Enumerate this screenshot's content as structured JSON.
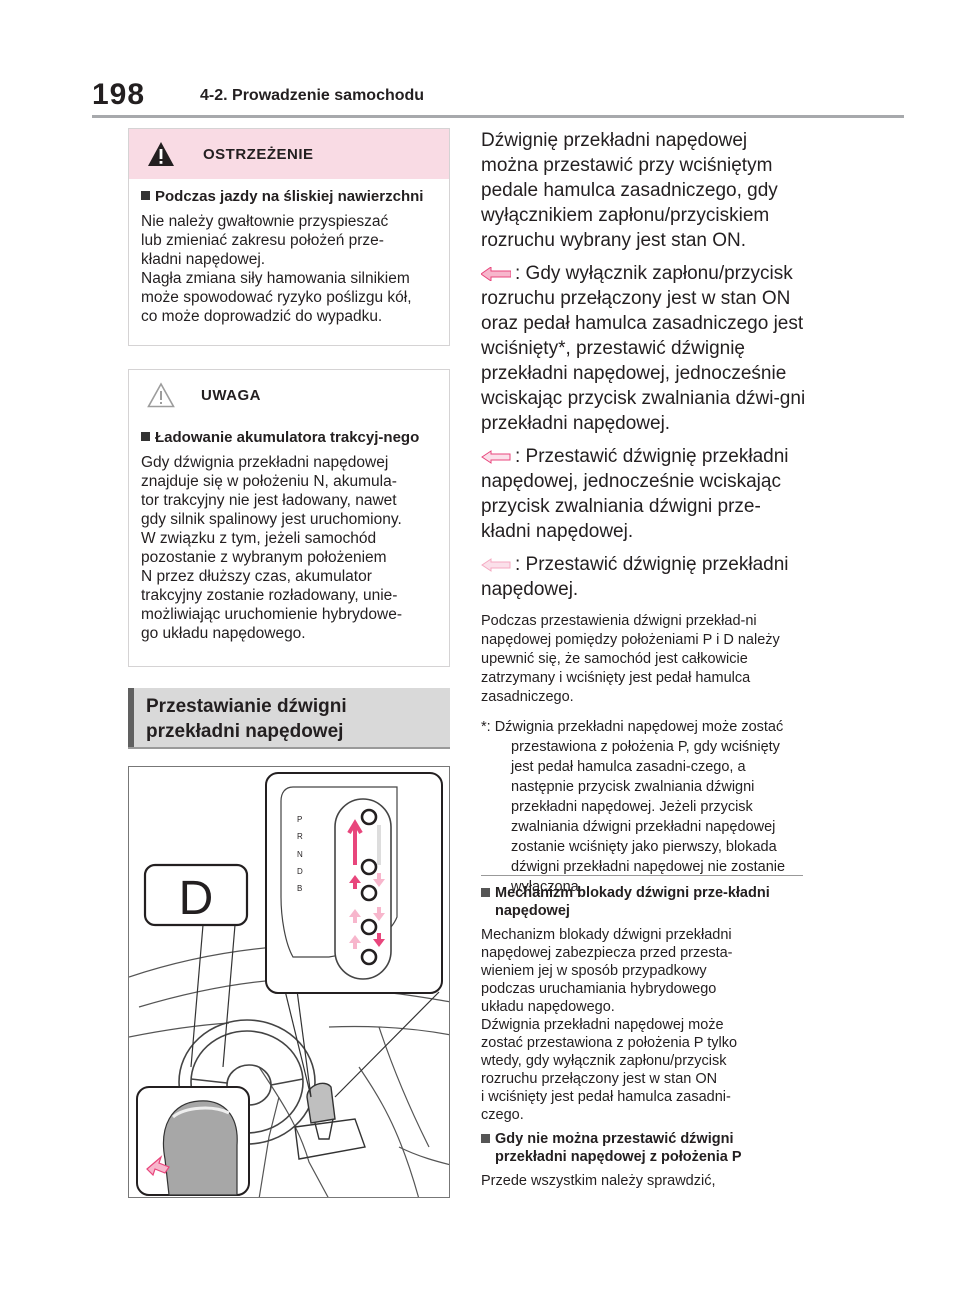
{
  "header": {
    "page_number": "198",
    "section": "4-2. Prowadzenie samochodu"
  },
  "warning": {
    "title": "OSTRZEŻENIE",
    "bullet": "Podczas jazdy na śliskiej nawierzchni",
    "text": "Nie należy gwałtownie przyspieszać\nlub zmieniać zakresu położeń prze-\nkładni napędowej.\nNagła zmiana siły hamowania silnikiem\nmoże spowodować ryzyko poślizgu kół,\nco może doprowadzić do wypadku."
  },
  "notice": {
    "title": "UWAGA",
    "bullet": "Ładowanie akumulatora trakcyj-nego",
    "text": "Gdy dźwignia przekładni napędowej\nznajduje się w położeniu N, akumula-\ntor trakcyjny nie jest ładowany, nawet\ngdy silnik spalinowy jest uruchomiony.\nW związku z tym, jeżeli samochód\npozostanie z wybranym położeniem\nN przez dłuższy czas, akumulator\ntrakcyjny zostanie rozładowany, unie-\nmożliwiając uruchomienie hybrydowe-\ngo układu napędowego."
  },
  "heading": {
    "text": "Przestawianie dźwigni\nprzekładni napędowej"
  },
  "figure": {
    "gear_letter": "D",
    "positions": [
      "P",
      "R",
      "N",
      "D",
      "B"
    ]
  },
  "right": {
    "intro": "Dźwignię przekładni napędowej można przestawić przy wciśniętym pedale hamulca zasadniczego, gdy wyłącznikiem zapłonu/przyciskiem rozruchu wybrany jest stan ON.",
    "item1": ": Gdy wyłącznik zapłonu/przycisk rozruchu przełączony jest w stan ON oraz pedał hamulca zasadniczego jest wciśnięty*, przestawić dźwignię przekładni napędowej, jednocześnie wciskając przycisk zwalniania dźwi-gni przekładni napędowej.",
    "item2": ": Przestawić dźwignię przekładni napędowej, jednocześnie wciskając przycisk zwalniania dźwigni prze-kładni napędowej.",
    "item3": ": Przestawić dźwignię przekładni napędowej.",
    "small_note": "Podczas przestawienia dźwigni przekład-ni napędowej pomiędzy położeniami P i D należy upewnić się, że samochód jest całkowicie zatrzymany i wciśnięty jest pedał hamulca zasadniczego.",
    "footnote": "*: Dźwignia przekładni napędowej może zostać przestawiona z położenia P, gdy wciśnięty jest pedał hamulca zasadni-czego, a następnie przycisk zwalniania dźwigni przekładni napędowej. Jeżeli przycisk zwalniania dźwigni przekładni napędowej zostanie wciśnięty jako pierwszy, blokada dźwigni przekładni napędowej nie zostanie wyłączona.",
    "sub1_title": "Mechanizm blokady dźwigni prze-kładni napędowej",
    "sub1_text": "Mechanizm blokady dźwigni przekładni\nnapędowej zabezpiecza przed przesta-\nwieniem jej w sposób przypadkowy\npodczas uruchamiania hybrydowego\nukładu napędowego.\nDźwignia przekładni napędowej może\nzostać przestawiona z położenia P tylko\nwtedy, gdy wyłącznik zapłonu/przycisk\nrozruchu przełączony jest w stan ON\ni wciśnięty jest pedał hamulca zasadni-\nczego.",
    "sub2_title": "Gdy nie można przestawić dźwigni przekładni napędowej z położenia P",
    "sub2_text": "Przede wszystkim należy sprawdzić,"
  },
  "colors": {
    "warning_bg": "#f9dbe4",
    "arrow_pink": "#e8467c",
    "arrow_light": "#f7b6cc",
    "heading_bg": "#d9d9d9"
  }
}
